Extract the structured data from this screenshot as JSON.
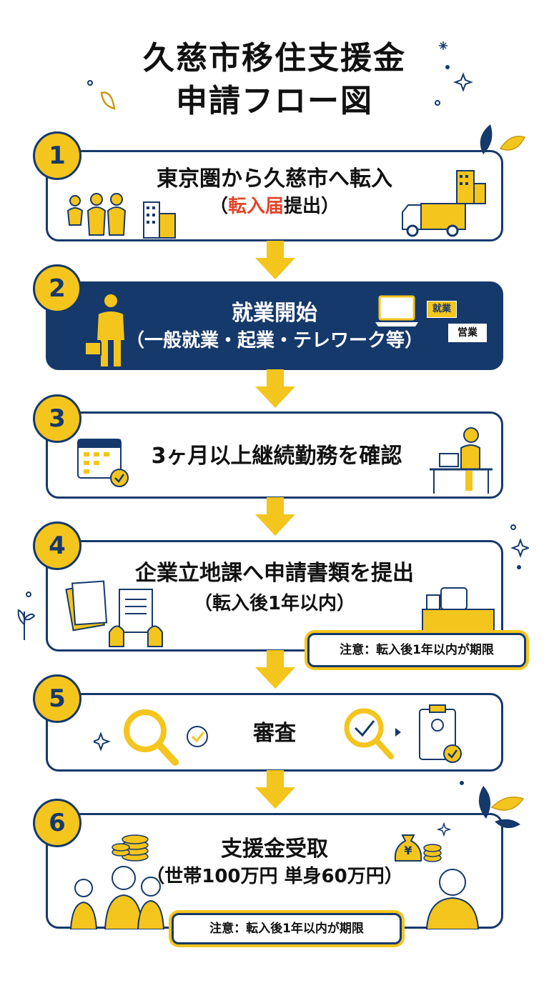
{
  "title": {
    "line1": "久慈市移住支援金",
    "line2": "申請フロー図"
  },
  "colors": {
    "navy": "#16396b",
    "yellow": "#f4c51d",
    "red": "#e0462b"
  },
  "steps": [
    {
      "number": "1",
      "main": "東京圏から久慈市へ転入",
      "sub_open": "（",
      "sub_highlight": "転入届",
      "sub_rest": "提出）"
    },
    {
      "number": "2",
      "main": "就業開始",
      "sub": "（一般就業・起業・テレワーク等）",
      "sign1": "就業",
      "sign2": "営業"
    },
    {
      "number": "3",
      "main": "3ヶ月以上継続勤務を確認"
    },
    {
      "number": "4",
      "main": "企業立地課へ申請書類を提出",
      "sub": "（転入後1年以内）",
      "note": "注意：転入後1年以内が期限"
    },
    {
      "number": "5",
      "main": "審査"
    },
    {
      "number": "6",
      "main": "支援金受取",
      "sub": "（世帯100万円 単身60万円）",
      "note": "注意：転入後1年以内が期限",
      "coin_symbol": "¥"
    }
  ]
}
